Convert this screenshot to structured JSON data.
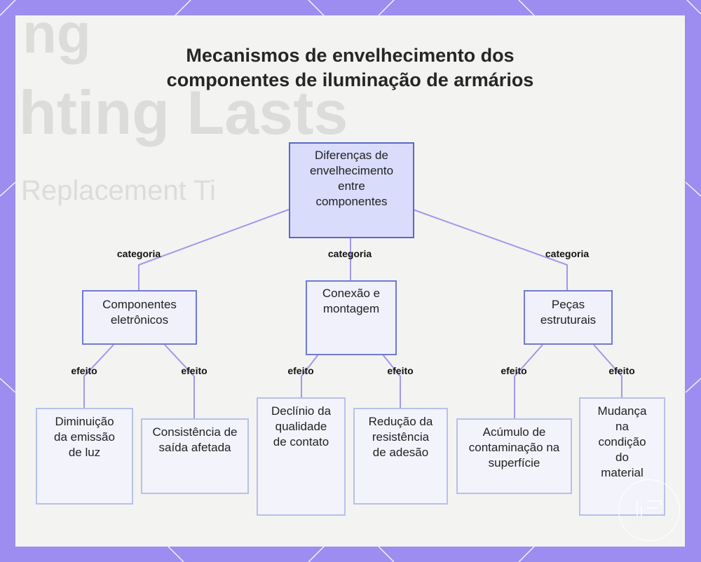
{
  "title": "Mecanismos de envelhecimento dos componentes de iluminação de armários",
  "background_text": [
    "ng",
    "hting Lasts",
    "Replacement Ti"
  ],
  "root": "Diferenças de envelhecimento entre componentes",
  "edge_labels": {
    "category": "categoria",
    "effect": "efeito"
  },
  "categories": [
    {
      "label": "Componentes eletrônicos",
      "effects": [
        "Diminuição da emissão de luz",
        "Consistência de saída afetada"
      ]
    },
    {
      "label": "Conexão e montagem",
      "effects": [
        "Declínio da qualidade de contato",
        "Redução da resistência de adesão"
      ]
    },
    {
      "label": "Peças estruturais",
      "effects": [
        "Acúmulo de contaminação na superfície",
        "Mudança na condição do material"
      ]
    }
  ],
  "colors": {
    "frame": "#9d8df0",
    "panel": "#f3f3f2",
    "edge": "#a497ec",
    "root_fill": "#d9dcfb",
    "node_border": "#7f8bd6"
  }
}
